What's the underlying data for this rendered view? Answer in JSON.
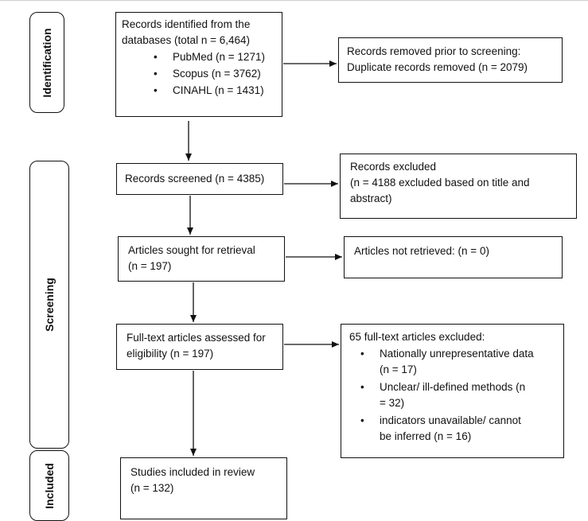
{
  "stages": {
    "identification": "Identification",
    "screening": "Screening",
    "included": "Included"
  },
  "identified": {
    "line1": "Records identified from the",
    "line2": "databases (total n = 6,464)",
    "sources": [
      "PubMed (n = 1271)",
      "Scopus (n = 3762)",
      "CINAHL (n = 1431)"
    ]
  },
  "removed": {
    "line1": "Records removed prior to screening:",
    "line2": "Duplicate records removed (n = 2079)"
  },
  "screened": {
    "text": "Records screened (n = 4385)"
  },
  "excluded": {
    "line1": "Records excluded",
    "line2": "(n = 4188 excluded based on title and",
    "line3": "abstract)"
  },
  "sought": {
    "line1": "Articles sought for retrieval",
    "line2": "(n = 197)"
  },
  "not_retrieved": {
    "text": "Articles not retrieved: (n = 0)"
  },
  "assessed": {
    "line1": "Full-text articles assessed for",
    "line2": "eligibility (n = 197)"
  },
  "fulltext_excluded": {
    "title": "65 full-text articles excluded:",
    "reasons": [
      {
        "line1": "Nationally unrepresentative data",
        "line2": "(n = 17)"
      },
      {
        "line1": "Unclear/ ill-defined methods (n",
        "line2": "= 32)"
      },
      {
        "line1": "indicators unavailable/ cannot",
        "line2": "be inferred (n = 16)"
      }
    ]
  },
  "included_box": {
    "line1": "Studies included in review",
    "line2": "(n = 132)"
  },
  "bullet_char": "•"
}
